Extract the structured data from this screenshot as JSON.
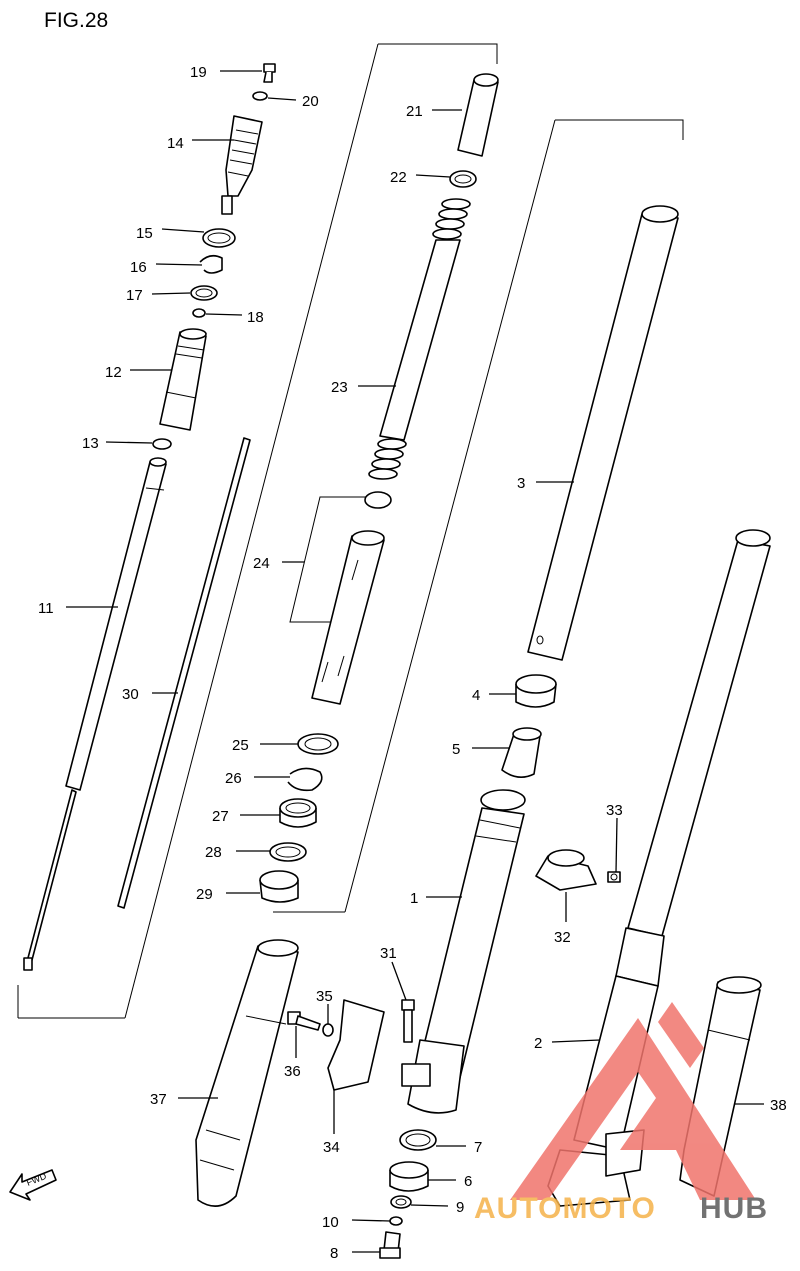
{
  "figure": {
    "title": "FIG.28"
  },
  "fwd_label": "FWD",
  "watermark": {
    "text_primary": "AUTOMOTO",
    "text_secondary": "HUB",
    "color_primary": "#f5b24a",
    "color_secondary": "#5a5a5a",
    "logo_color": "#f0746c"
  },
  "parts": [
    {
      "id": "1",
      "label": "1"
    },
    {
      "id": "2",
      "label": "2"
    },
    {
      "id": "3",
      "label": "3"
    },
    {
      "id": "4",
      "label": "4"
    },
    {
      "id": "5",
      "label": "5"
    },
    {
      "id": "6",
      "label": "6"
    },
    {
      "id": "7",
      "label": "7"
    },
    {
      "id": "8",
      "label": "8"
    },
    {
      "id": "9",
      "label": "9"
    },
    {
      "id": "10",
      "label": "10"
    },
    {
      "id": "11",
      "label": "11"
    },
    {
      "id": "12",
      "label": "12"
    },
    {
      "id": "13",
      "label": "13"
    },
    {
      "id": "14",
      "label": "14"
    },
    {
      "id": "15",
      "label": "15"
    },
    {
      "id": "16",
      "label": "16"
    },
    {
      "id": "17",
      "label": "17"
    },
    {
      "id": "18",
      "label": "18"
    },
    {
      "id": "19",
      "label": "19"
    },
    {
      "id": "20",
      "label": "20"
    },
    {
      "id": "21",
      "label": "21"
    },
    {
      "id": "22",
      "label": "22"
    },
    {
      "id": "23",
      "label": "23"
    },
    {
      "id": "24",
      "label": "24"
    },
    {
      "id": "25",
      "label": "25"
    },
    {
      "id": "26",
      "label": "26"
    },
    {
      "id": "27",
      "label": "27"
    },
    {
      "id": "28",
      "label": "28"
    },
    {
      "id": "29",
      "label": "29"
    },
    {
      "id": "30",
      "label": "30"
    },
    {
      "id": "31",
      "label": "31"
    },
    {
      "id": "32",
      "label": "32"
    },
    {
      "id": "33",
      "label": "33"
    },
    {
      "id": "34",
      "label": "34"
    },
    {
      "id": "35",
      "label": "35"
    },
    {
      "id": "36",
      "label": "36"
    },
    {
      "id": "37",
      "label": "37"
    },
    {
      "id": "38",
      "label": "38"
    }
  ]
}
